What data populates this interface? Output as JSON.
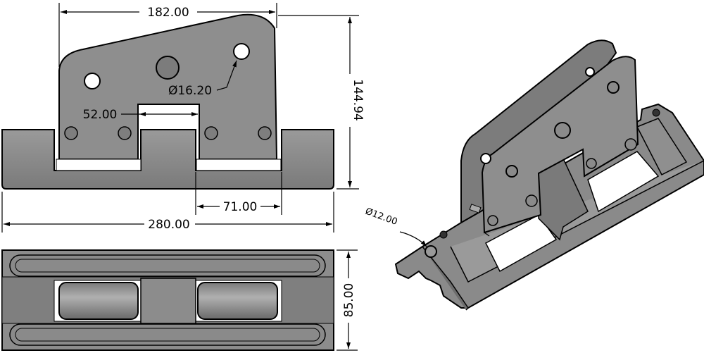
{
  "drawing": {
    "front_view": {
      "dim_plate_width": "182.00",
      "dim_overall_height": "144.94",
      "dim_top_hole_diameter": "Ø16.20",
      "dim_notch_width": "52.00",
      "dim_slot_width": "71.00",
      "dim_overall_length": "280.00"
    },
    "top_view": {
      "dim_width": "85.00"
    },
    "iso_view": {
      "dim_pin_diameter": "Ø12.00"
    }
  },
  "colors": {
    "part": "#8c8c8c",
    "part_dark": "#6e6e6e",
    "part_light": "#a8a8a8",
    "line": "#000000"
  }
}
